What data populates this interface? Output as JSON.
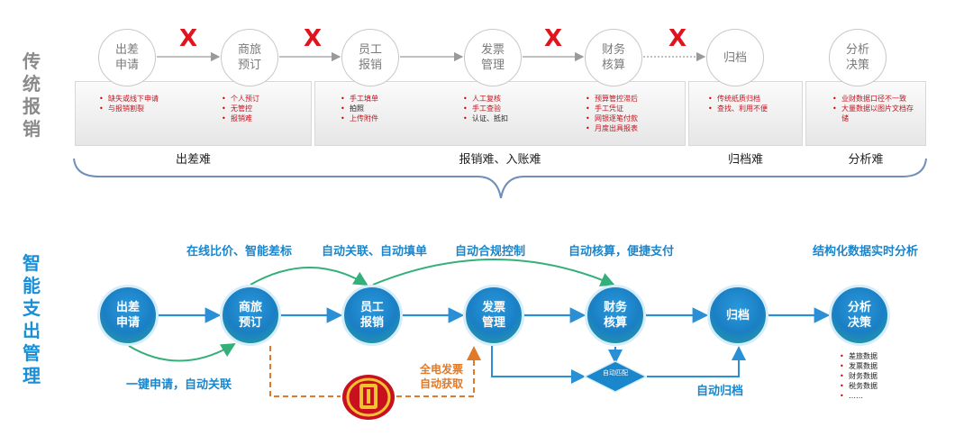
{
  "side_titles": {
    "traditional": "传统报销",
    "smart": "智能支出管理"
  },
  "traditional": {
    "nodes": [
      {
        "label": "出差申请"
      },
      {
        "label": "商旅预订"
      },
      {
        "label": "员工报销"
      },
      {
        "label": "发票管理"
      },
      {
        "label": "财务核算"
      },
      {
        "label": "归档"
      },
      {
        "label": "分析决策"
      }
    ],
    "x_mark": "X",
    "bullets": {
      "trip": [
        "缺失或线下申请",
        "与报销割裂"
      ],
      "booking": [
        "个人预订",
        "无管控",
        "报销难"
      ],
      "reimburse": [
        "手工填单",
        "拍照",
        "上传附件"
      ],
      "invoice": [
        "人工复核",
        "手工查验",
        "认证、抵扣"
      ],
      "finance": [
        "预算管控滞后",
        "手工凭证",
        "网银逐笔付款",
        "月度出具报表"
      ],
      "archive": [
        "传统纸质归档",
        "查找、利用不便"
      ],
      "analysis": [
        "业财数据口径不一致",
        "大量数据以图片文档存储"
      ]
    },
    "panel_labels": {
      "trip": "出差难",
      "reimburse": "报销难、入账难",
      "archive": "归档难",
      "analysis": "分析难"
    }
  },
  "smart": {
    "captions": {
      "c1": "在线比价、智能差标",
      "c2": "自动关联、自动填单",
      "c3": "自动合规控制",
      "c4": "自动核算，便捷支付",
      "c5": "结构化数据实时分析",
      "c6": "一键申请，自动关联",
      "c7": "全电发票",
      "c8": "自动获取",
      "c9": "自动归档"
    },
    "nodes": [
      {
        "label": "出差申请"
      },
      {
        "label": "商旅预订"
      },
      {
        "label": "员工报销"
      },
      {
        "label": "发票管理"
      },
      {
        "label": "财务核算"
      },
      {
        "label": "归档"
      },
      {
        "label": "分析决策"
      }
    ],
    "diamond_label": "自动匹配",
    "data_list": [
      "差旅数据",
      "发票数据",
      "财务数据",
      "税务数据",
      "……"
    ],
    "colors": {
      "primary": "#1a86cc",
      "accent": "#e07a2a",
      "x_red": "#e0141e"
    }
  }
}
